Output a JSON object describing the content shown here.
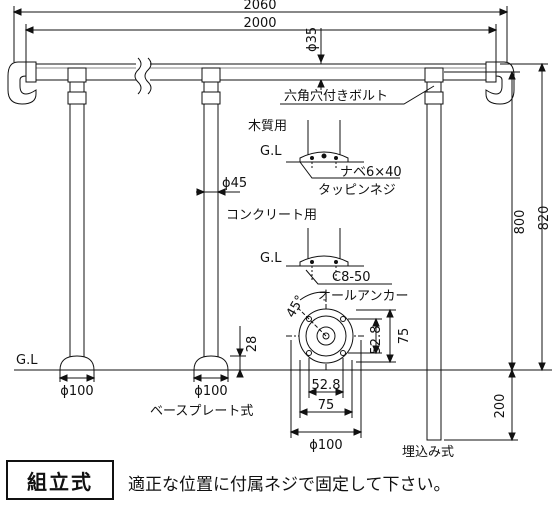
{
  "dimensions": {
    "overall_length": "2060",
    "rail_length": "2000",
    "rail_diameter": "ϕ35",
    "post_diameter": "ϕ45",
    "height_800": "800",
    "height_820": "820",
    "embed_depth": "200",
    "base_height": "28",
    "base_diameter_1": "ϕ100",
    "base_diameter_2": "ϕ100",
    "plate_528_h": "52.8",
    "plate_75_h": "75",
    "plate_528_w": "52.8",
    "plate_75_w": "75",
    "plate_diameter": "ϕ100",
    "angle": "45°"
  },
  "labels": {
    "hex_bolt": "六角穴付きボルト",
    "wood": "木質用",
    "gl_wood": "G.L",
    "screw_spec": "ナベ6×40",
    "tapping_screw": "タッピンネジ",
    "concrete": "コンクリート用",
    "gl_concrete": "G.L",
    "anchor_spec": "C8-50",
    "all_anchor": "オールアンカー",
    "gl_ground": "G.L",
    "base_plate_type": "ベースプレート式",
    "embedded_type": "埋込み式"
  },
  "footer": {
    "badge": "組立式",
    "instruction": "適正な位置に付属ネジで固定して下さい。"
  }
}
